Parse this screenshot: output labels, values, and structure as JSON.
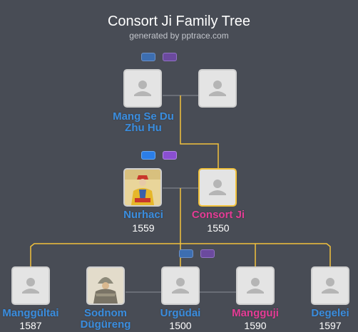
{
  "header": {
    "title": "Consort Ji Family Tree",
    "subtitle": "generated by pptrace.com"
  },
  "people": {
    "mang_se_du_zhu_hu": {
      "name_line1": "Mang Se Du",
      "name_line2": "Zhu Hu",
      "gender": "male"
    },
    "mang_se_du_spouse": {
      "gender": "unknown"
    },
    "nurhaci": {
      "name": "Nurhaci",
      "year": "1559",
      "gender": "male"
    },
    "consort_ji": {
      "name": "Consort Ji",
      "year": "1550",
      "gender": "female"
    },
    "manggultai": {
      "name": "Manggūltai",
      "year": "1587",
      "gender": "male"
    },
    "sodnom_dugureng": {
      "name_line1": "Sodnom",
      "name_line2": "Dügüreng",
      "gender": "male"
    },
    "urgudai": {
      "name": "Urgūdai",
      "year": "1500",
      "gender": "male"
    },
    "mangguji": {
      "name": "Mangguji",
      "year": "1590",
      "gender": "female"
    },
    "degelei": {
      "name": "Degelei",
      "year": "1597",
      "gender": "male"
    }
  },
  "colors": {
    "background": "#484c55",
    "male": "#3a8dde",
    "female": "#e43c95",
    "connector": "#f2c23c",
    "highlight_border": "#f2c23c"
  },
  "icons": {
    "placeholder": "person-silhouette-icon",
    "toggle_left": "expand-ancestors-button",
    "toggle_right": "expand-spouses-button"
  }
}
